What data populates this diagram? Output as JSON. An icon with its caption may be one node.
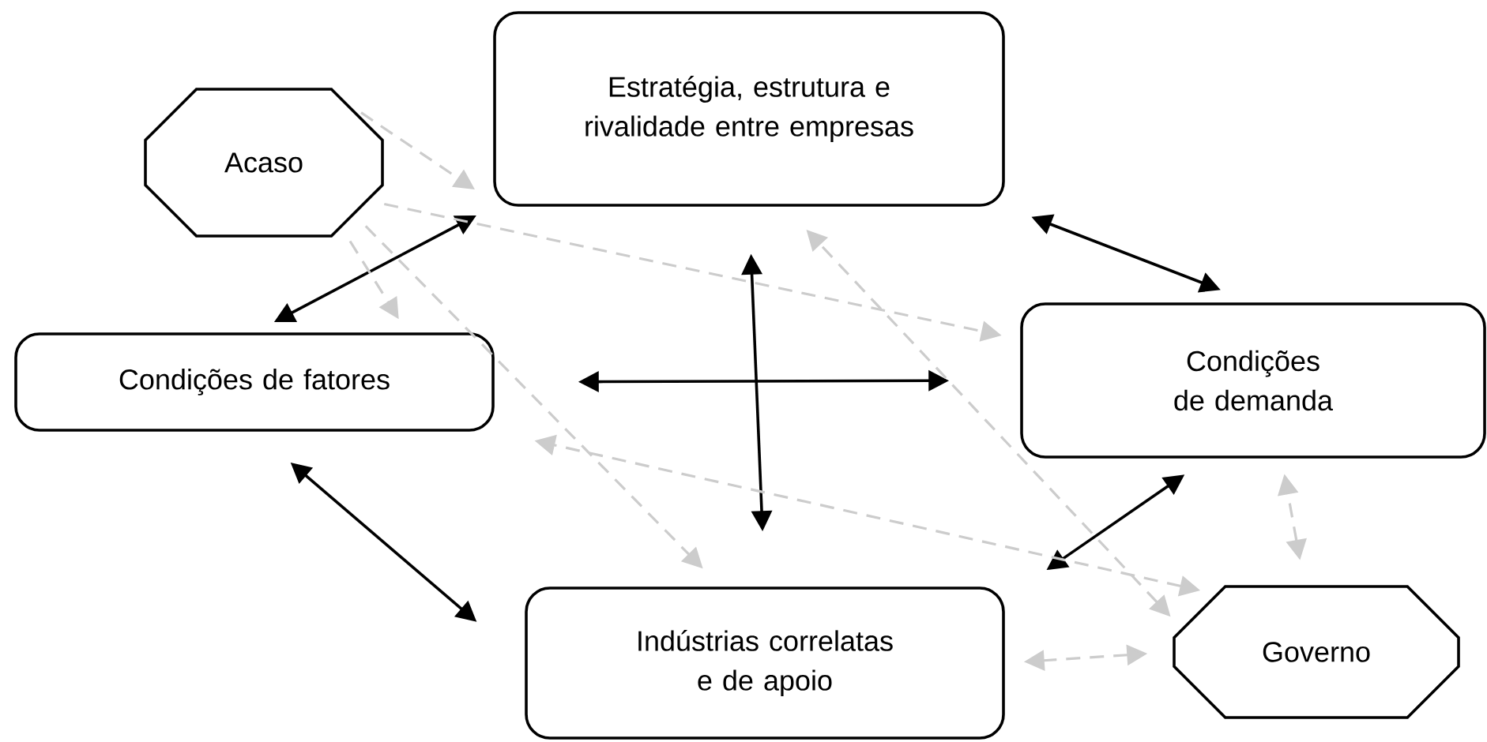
{
  "diagram": {
    "nodes": [
      {
        "text": [
          "Acaso"
        ]
      },
      {
        "text": [
          "Estratégia, estrutura e rivalidade entre empresas"
        ]
      },
      {
        "text": [
          "Condições de fatores"
        ]
      },
      {
        "text": [
          "Condições de demanda"
        ]
      },
      {
        "text": [
          "Indústrias correlatas e de apoio"
        ]
      },
      {
        "text": [
          "Governo"
        ]
      }
    ],
    "edges": [
      {
        "from": 1,
        "to": 2,
        "arrow": "both",
        "color": "#000000"
      },
      {
        "from": 1,
        "to": 3,
        "arrow": "both",
        "color": "#000000"
      },
      {
        "from": 2,
        "to": 4,
        "arrow": "both",
        "color": "#000000"
      },
      {
        "from": 3,
        "to": 4,
        "arrow": "both",
        "color": "#000000"
      },
      {
        "from": 1,
        "to": 4,
        "arrow": "both",
        "color": "#000000"
      },
      {
        "from": 2,
        "to": 3,
        "arrow": "both",
        "color": "#000000"
      },
      {
        "from": 0,
        "to": 1,
        "arrow": "to",
        "style": "dashed",
        "color": "#cccccc"
      },
      {
        "from": 0,
        "to": 2,
        "arrow": "to",
        "style": "dashed",
        "color": "#cccccc"
      },
      {
        "from": 0,
        "to": 3,
        "arrow": "to",
        "style": "dashed",
        "color": "#cccccc"
      },
      {
        "from": 0,
        "to": 4,
        "arrow": "to",
        "style": "dashed",
        "color": "#cccccc"
      },
      {
        "from": 5,
        "to": 1,
        "arrow": "both",
        "style": "dashed",
        "color": "#cccccc"
      },
      {
        "from": 5,
        "to": 2,
        "arrow": "both",
        "style": "dashed",
        "color": "#cccccc"
      },
      {
        "from": 5,
        "to": 3,
        "arrow": "both",
        "style": "dashed",
        "color": "#cccccc"
      },
      {
        "from": 5,
        "to": 4,
        "arrow": "both",
        "style": "dashed",
        "color": "#cccccc"
      }
    ]
  }
}
